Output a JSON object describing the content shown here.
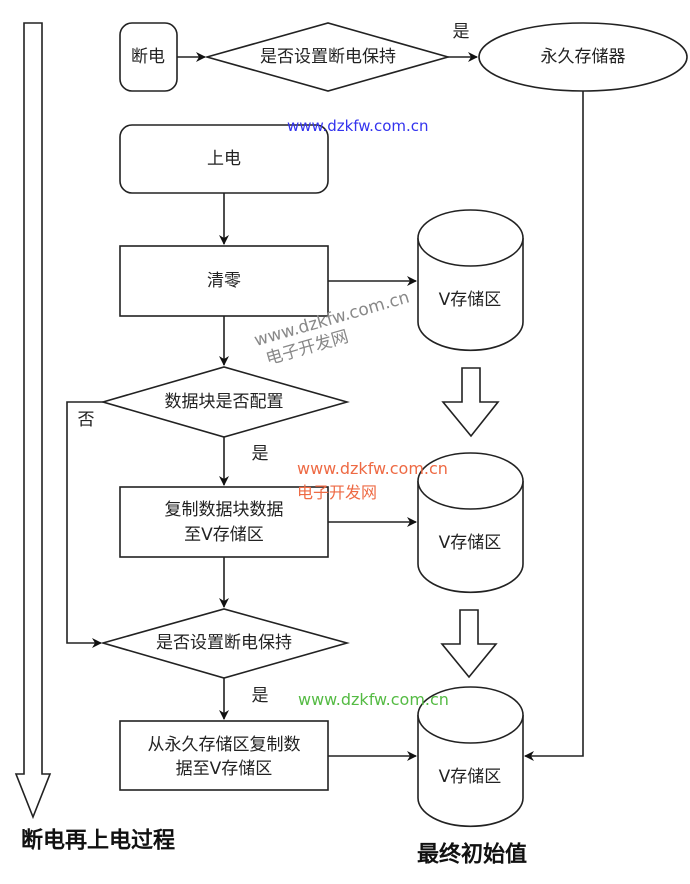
{
  "diagram": {
    "type": "flowchart",
    "left_process_label": "断电再上电过程",
    "right_result_label": "最终初始值",
    "nodes": {
      "power_off": "断电",
      "decision_retain_top": "是否设置断电保持",
      "permanent_storage": "永久存储器",
      "power_on": "上电",
      "clear": "清零",
      "v_store_1": "V存储区",
      "decision_datablock": "数据块是否配置",
      "copy_datablock": [
        "复制数据块数据",
        "至V存储区"
      ],
      "v_store_2": "V存储区",
      "decision_retain": "是否设置断电保持",
      "copy_permanent": [
        "从永久存储区复制数",
        "据至V存储区"
      ],
      "v_store_3": "V存储区"
    },
    "edge_labels": {
      "yes_top": "是",
      "no_datablock": "否",
      "yes_datablock": "是",
      "yes_retain": "是"
    },
    "watermarks": {
      "blue": "www.dzkfw.com.cn",
      "gray_url": "www.dzkfw.com.cn",
      "gray_cn": "电子开发网",
      "orange_url": "www.dzkfw.com.cn",
      "orange_cn": "电子开发网",
      "green": "www.dzkfw.com.cn"
    }
  }
}
